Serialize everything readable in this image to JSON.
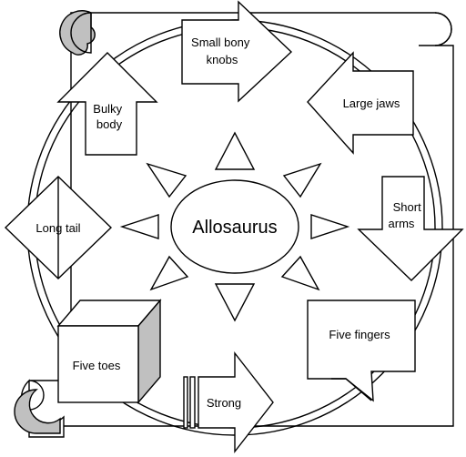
{
  "diagram": {
    "center": {
      "label": "Allosaurus"
    },
    "features": [
      {
        "id": "small-bony-knobs",
        "lines": [
          "Small bony",
          "knobs"
        ]
      },
      {
        "id": "large-jaws",
        "lines": [
          "Large jaws"
        ]
      },
      {
        "id": "short-arms",
        "lines": [
          "Short",
          "arms"
        ]
      },
      {
        "id": "five-fingers",
        "lines": [
          "Five fingers"
        ]
      },
      {
        "id": "strong",
        "lines": [
          "Strong"
        ]
      },
      {
        "id": "five-toes",
        "lines": [
          "Five toes"
        ]
      },
      {
        "id": "long-tail",
        "lines": [
          "Long tail"
        ]
      },
      {
        "id": "bulky-body",
        "lines": [
          "Bulky",
          "body"
        ]
      }
    ]
  },
  "colors": {
    "stroke": "#000000",
    "fill": "#ffffff",
    "shade": "#c0c0c0"
  }
}
